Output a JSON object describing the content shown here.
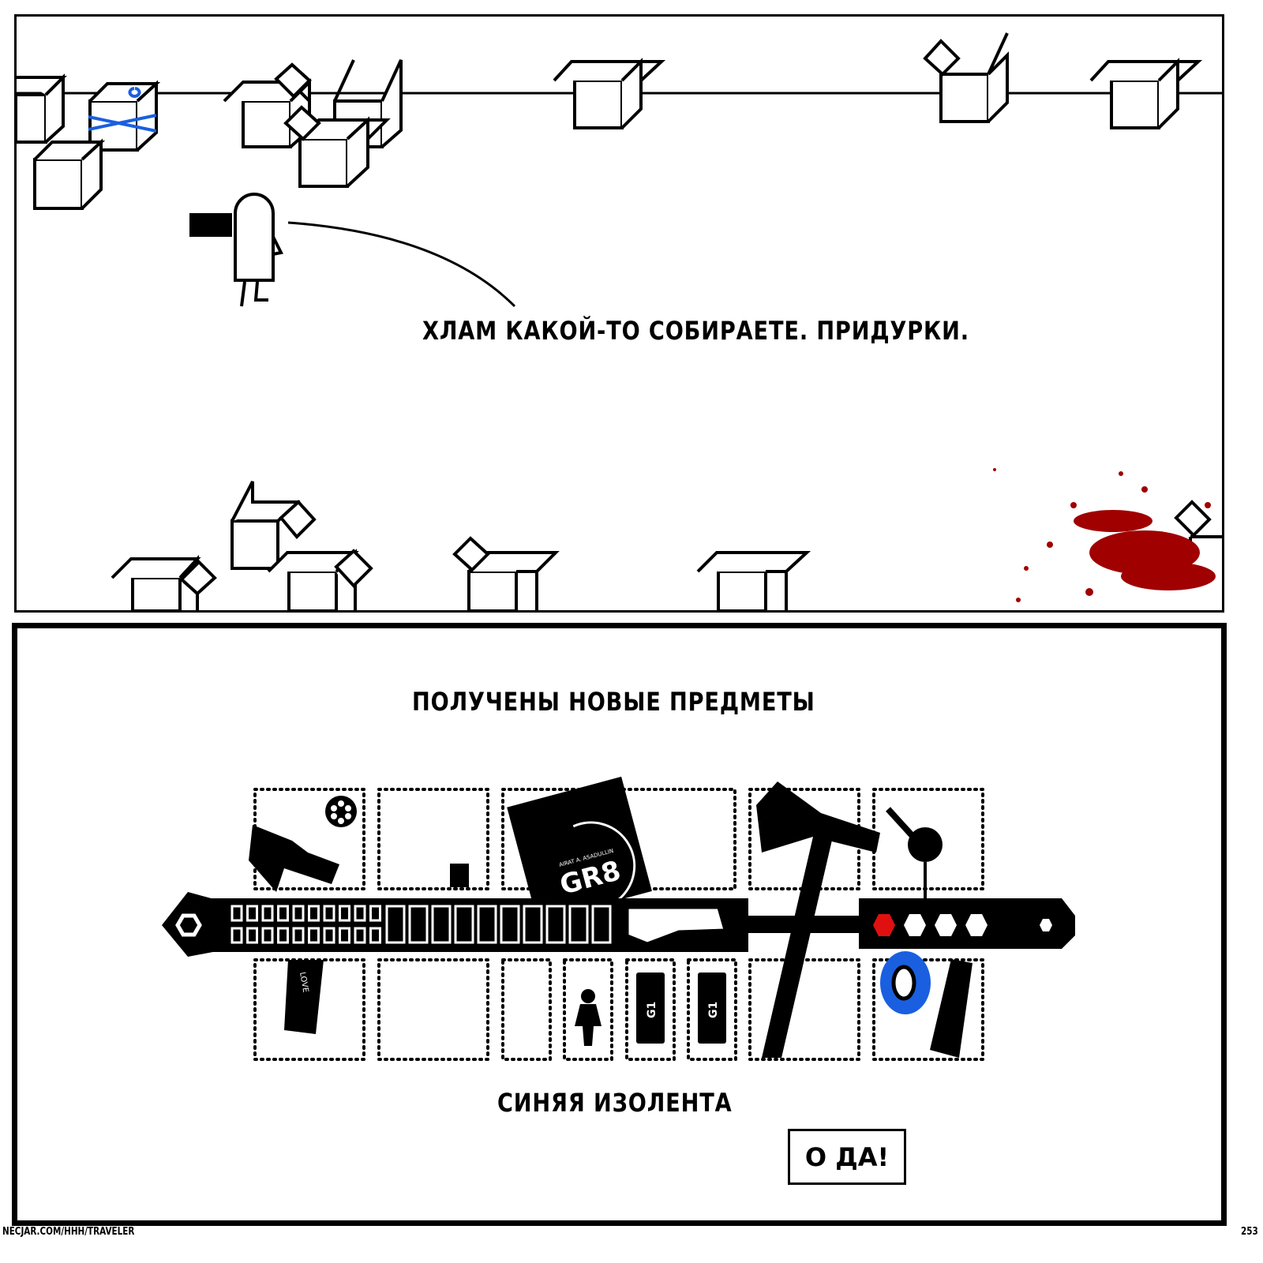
{
  "panel1": {
    "speech": "ХЛАМ КАКОЙ-ТО СОБИРАЕТЕ. ПРИДУРКИ."
  },
  "panel2": {
    "heading": "ПОЛУЧЕНЫ НОВЫЕ ПРЕДМЕТЫ",
    "selected_item": "СИНЯЯ ИЗОЛЕНТА",
    "confirm_button": "О ДА!",
    "items": {
      "book_title": "GR8",
      "book_author": "AIRAT A. ASADULLIN",
      "gun_grip_text": "LOVE",
      "grenade_label": "G1"
    }
  },
  "colors": {
    "tape": "#1a5fe0",
    "blood": "#a00000",
    "active_slot": "#e01010"
  },
  "footer": {
    "url": "NECJAR.COM/HHH/TRAVELER",
    "page": "253"
  }
}
